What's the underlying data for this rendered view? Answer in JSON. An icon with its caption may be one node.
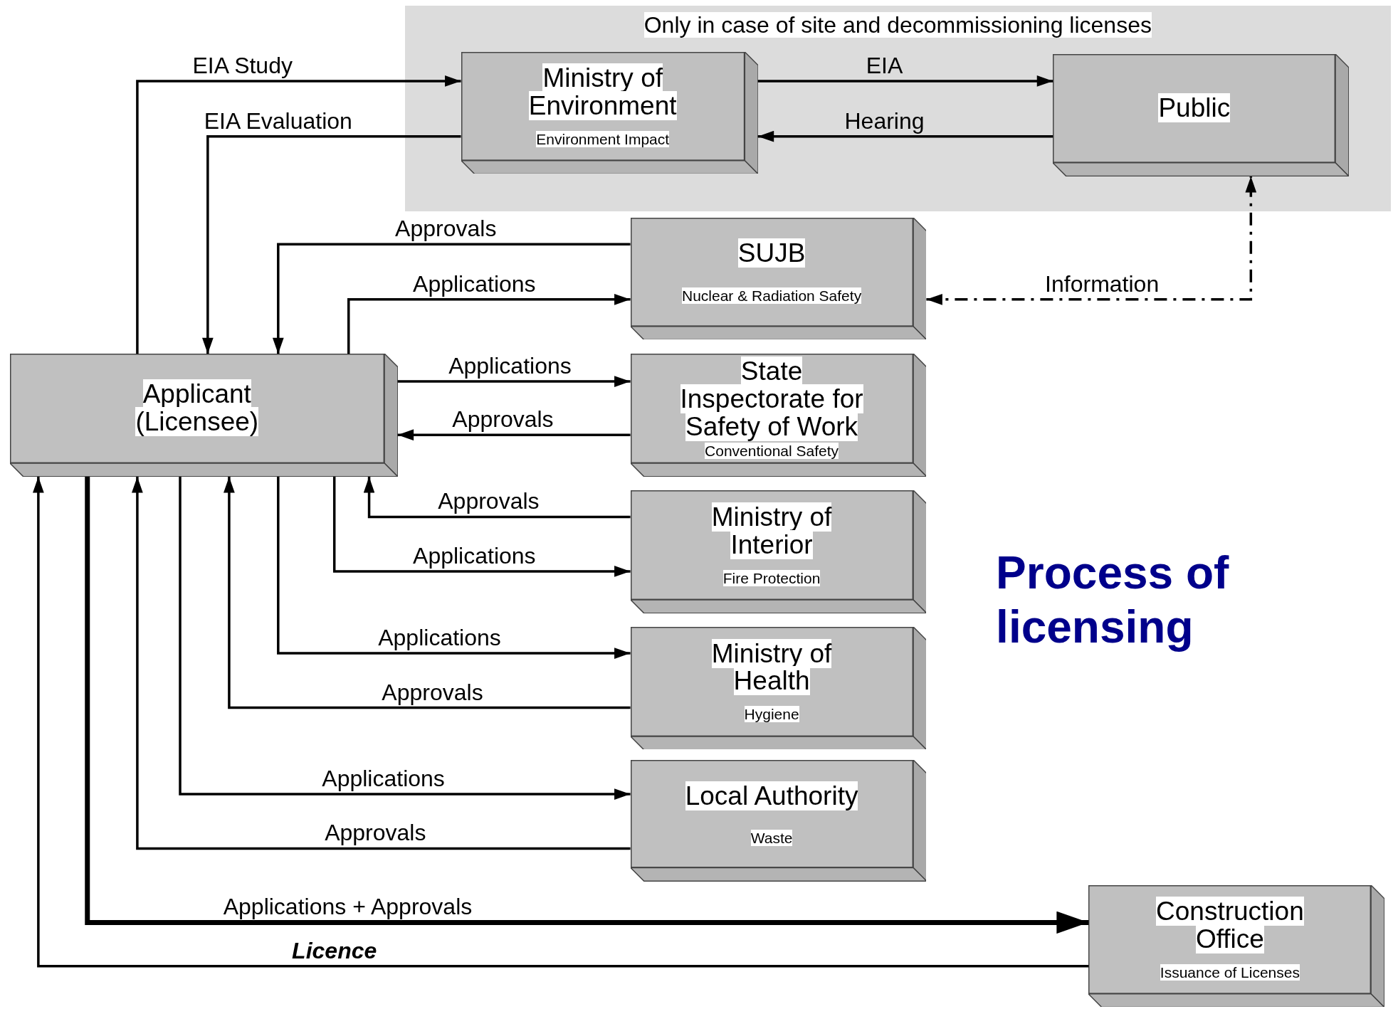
{
  "diagram": {
    "title": "Process of licensing",
    "nodes": [
      {
        "text": [
          "Only in case of site and decommissioning licenses"
        ]
      },
      {
        "text": [
          "Ministry of Environment",
          "Environment Impact"
        ],
        "in": 0
      },
      {
        "text": [
          "Public"
        ],
        "in": 0
      },
      {
        "text": [
          "SUJB",
          "Nuclear & Radiation Safety"
        ]
      },
      {
        "text": [
          "Applicant (Licensee)"
        ]
      },
      {
        "text": [
          "State Inspectorate for Safety of Work",
          "Conventional Safety"
        ]
      },
      {
        "text": [
          "Ministry of Interior",
          "Fire Protection"
        ]
      },
      {
        "text": [
          "Ministry of Health",
          "Hygiene"
        ]
      },
      {
        "text": [
          "Local Authority",
          "Waste"
        ]
      },
      {
        "text": [
          "Construction Office",
          "Issuance of Licenses"
        ]
      }
    ],
    "edges": [
      {
        "from": 4,
        "to": 1,
        "arrow": "to",
        "label": "EIA Study"
      },
      {
        "from": 1,
        "to": 4,
        "arrow": "to",
        "label": "EIA Evaluation"
      },
      {
        "from": 1,
        "to": 2,
        "arrow": "to",
        "label": "EIA"
      },
      {
        "from": 2,
        "to": 1,
        "arrow": "to",
        "label": "Hearing"
      },
      {
        "from": 3,
        "to": 4,
        "arrow": "to",
        "label": "Approvals"
      },
      {
        "from": 4,
        "to": 3,
        "arrow": "to",
        "label": "Applications"
      },
      {
        "from": 3,
        "to": 2,
        "arrow": "both",
        "label": "Information",
        "style": "dashed"
      },
      {
        "from": 4,
        "to": 5,
        "arrow": "to",
        "label": "Applications"
      },
      {
        "from": 5,
        "to": 4,
        "arrow": "to",
        "label": "Approvals"
      },
      {
        "from": 6,
        "to": 4,
        "arrow": "to",
        "label": "Approvals"
      },
      {
        "from": 4,
        "to": 6,
        "arrow": "to",
        "label": "Applications"
      },
      {
        "from": 4,
        "to": 7,
        "arrow": "to",
        "label": "Applications"
      },
      {
        "from": 7,
        "to": 4,
        "arrow": "to",
        "label": "Approvals"
      },
      {
        "from": 4,
        "to": 8,
        "arrow": "to",
        "label": "Applications"
      },
      {
        "from": 8,
        "to": 4,
        "arrow": "to",
        "label": "Approvals"
      },
      {
        "from": 4,
        "to": 9,
        "arrow": "to",
        "label": "Applications + Approvals",
        "style": "thick"
      },
      {
        "from": 9,
        "to": 4,
        "arrow": "to",
        "label": "Licence"
      }
    ]
  }
}
